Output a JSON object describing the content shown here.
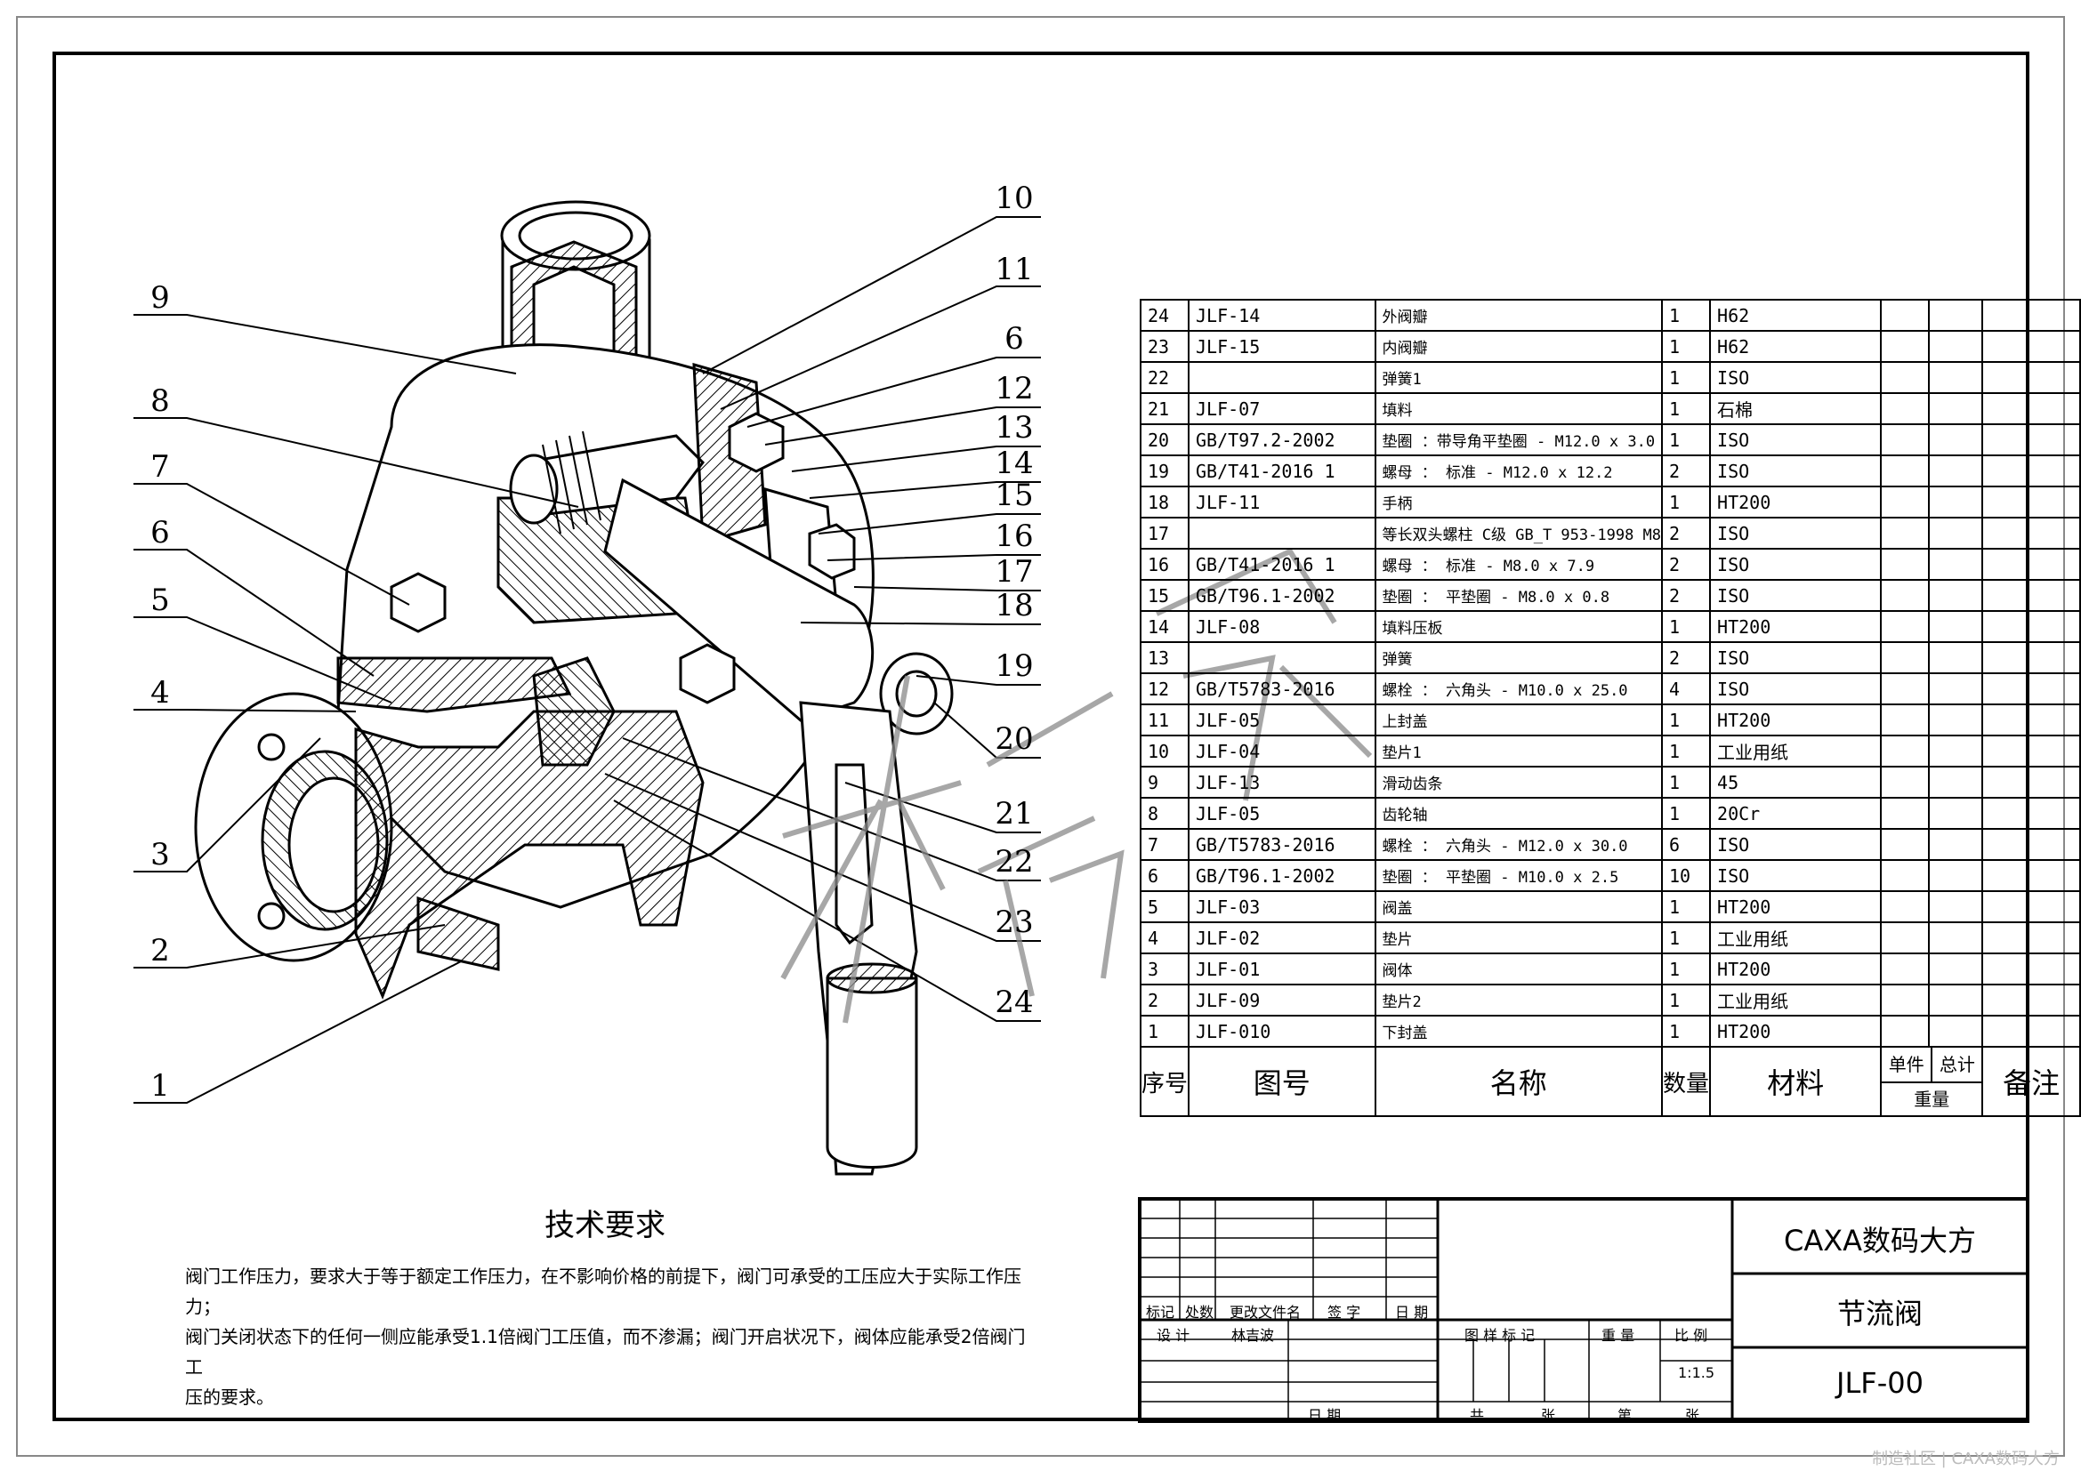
{
  "callouts": [
    "10",
    "11",
    "6",
    "12",
    "13",
    "14",
    "15",
    "16",
    "17",
    "18",
    "19",
    "20",
    "21",
    "22",
    "23",
    "24",
    "9",
    "8",
    "7",
    "6",
    "5",
    "4",
    "3",
    "2",
    "1"
  ],
  "watermark_signature": "林吉波",
  "tech_requirements": {
    "title": "技术要求",
    "lines": [
      "阀门工作压力，要求大于等于额定工作压力，在不影响价格的前提下，阀门可承受的工压应大于实际工作压力；",
      "阀门关闭状态下的任何一侧应能承受1.1倍阀门工压值，而不渗漏；阀门开启状况下，阀体应能承受2倍阀门工",
      "压的要求。"
    ]
  },
  "bom": {
    "rows": [
      {
        "no": "24",
        "code": "JLF-14",
        "name": "外阀瓣",
        "qty": "1",
        "material": "H62"
      },
      {
        "no": "23",
        "code": "JLF-15",
        "name": "内阀瓣",
        "qty": "1",
        "material": "H62"
      },
      {
        "no": "22",
        "code": "",
        "name": "弹簧1",
        "qty": "1",
        "material": "ISO"
      },
      {
        "no": "21",
        "code": "JLF-07",
        "name": "填料",
        "qty": "1",
        "material": "石棉"
      },
      {
        "no": "20",
        "code": "GB/T97.2-2002",
        "name": "垫圈 ：带导角平垫圈 - M12.0 x 3.0",
        "qty": "1",
        "material": "ISO"
      },
      {
        "no": "19",
        "code": "GB/T41-2016 1",
        "name": "螺母 ： 标准 - M12.0 x 12.2",
        "qty": "2",
        "material": "ISO"
      },
      {
        "no": "18",
        "code": "JLF-11",
        "name": "手柄",
        "qty": "1",
        "material": "HT200"
      },
      {
        "no": "17",
        "code": "",
        "name": "等长双头螺柱 C级 GB_T 953-1998 M8",
        "qty": "2",
        "material": "ISO"
      },
      {
        "no": "16",
        "code": "GB/T41-2016 1",
        "name": "螺母 ： 标准 - M8.0 x 7.9",
        "qty": "2",
        "material": "ISO"
      },
      {
        "no": "15",
        "code": "GB/T96.1-2002",
        "name": "垫圈 ： 平垫圈 - M8.0 x 0.8",
        "qty": "2",
        "material": "ISO"
      },
      {
        "no": "14",
        "code": "JLF-08",
        "name": "填料压板",
        "qty": "1",
        "material": "HT200"
      },
      {
        "no": "13",
        "code": "",
        "name": "弹簧",
        "qty": "2",
        "material": "ISO"
      },
      {
        "no": "12",
        "code": "GB/T5783-2016",
        "name": "螺栓 ： 六角头 - M10.0 x 25.0",
        "qty": "4",
        "material": "ISO"
      },
      {
        "no": "11",
        "code": "JLF-05",
        "name": "上封盖",
        "qty": "1",
        "material": "HT200"
      },
      {
        "no": "10",
        "code": "JLF-04",
        "name": "垫片1",
        "qty": "1",
        "material": "工业用纸"
      },
      {
        "no": "9",
        "code": "JLF-13",
        "name": "滑动齿条",
        "qty": "1",
        "material": "45"
      },
      {
        "no": "8",
        "code": "JLF-05",
        "name": "齿轮轴",
        "qty": "1",
        "material": "20Cr"
      },
      {
        "no": "7",
        "code": "GB/T5783-2016",
        "name": "螺栓 ： 六角头 - M12.0 x 30.0",
        "qty": "6",
        "material": "ISO"
      },
      {
        "no": "6",
        "code": "GB/T96.1-2002",
        "name": "垫圈 ： 平垫圈 - M10.0 x 2.5",
        "qty": "10",
        "material": "ISO"
      },
      {
        "no": "5",
        "code": "JLF-03",
        "name": "阀盖",
        "qty": "1",
        "material": "HT200"
      },
      {
        "no": "4",
        "code": "JLF-02",
        "name": "垫片",
        "qty": "1",
        "material": "工业用纸"
      },
      {
        "no": "3",
        "code": "JLF-01",
        "name": "阀体",
        "qty": "1",
        "material": "HT200"
      },
      {
        "no": "2",
        "code": "JLF-09",
        "name": "垫片2",
        "qty": "1",
        "material": "工业用纸"
      },
      {
        "no": "1",
        "code": "JLF-010",
        "name": "下封盖",
        "qty": "1",
        "material": "HT200"
      }
    ],
    "header": {
      "no": "序号",
      "code": "图号",
      "name": "名称",
      "qty": "数量",
      "material": "材料",
      "unit": "单件",
      "total": "总计",
      "weight": "重量",
      "remark": "备注"
    }
  },
  "title_block": {
    "company": "CAXA数码大方",
    "part_name": "节流阀",
    "drawing_no": "JLF-00",
    "labels": {
      "mark": "标记",
      "zones": "处数",
      "change_doc": "更改文件名",
      "signature": "签  字",
      "date_col": "日  期",
      "design": "设  计",
      "designer": "林吉波",
      "date": "日  期",
      "stage_mark": "图  样  标  记",
      "weight": "重  量",
      "scale": "比  例",
      "total_sheets": "共",
      "sheets": "张",
      "sheet_no": "第",
      "sheet": "张"
    },
    "scale_value": "1:1.5"
  },
  "footer_watermark": "制造社区 | CAXA数码大方"
}
